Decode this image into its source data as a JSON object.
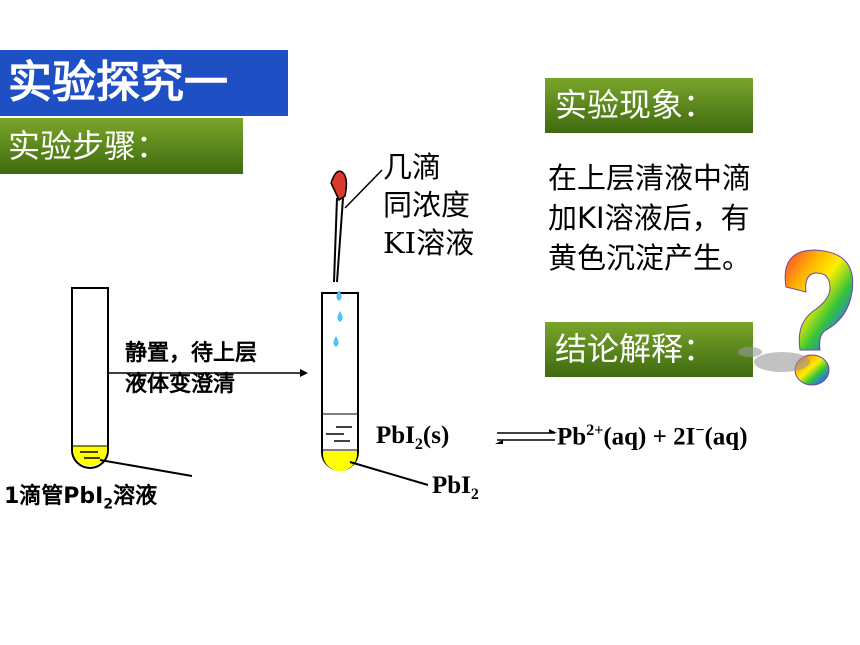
{
  "title": "实验探究一",
  "steps_header": "实验步骤：",
  "observation_header": "实验现象：",
  "observation_lines": [
    "在上层清液中滴",
    "加KI溶液后，有",
    "黄色沉淀产生。"
  ],
  "conclusion_header": "结论解释：",
  "drop_label_lines": [
    "几滴",
    "同浓度",
    "KI溶液"
  ],
  "step_arrow_lines": [
    "静置，待上层",
    "液体变澄清"
  ],
  "tube1_label_prefix": "1滴管PbI",
  "tube1_label_sub": "2",
  "tube1_label_suffix": "溶液",
  "equation_left_main": "PbI",
  "equation_left_sub": "2",
  "equation_left_state": "(s)",
  "equation_right_pb": "Pb",
  "equation_right_pb_charge": "2+",
  "equation_right_rest": "(aq) + 2I",
  "equation_right_i_charge": "−",
  "equation_right_end": "(aq)",
  "precipitate_label_main": "PbI",
  "precipitate_label_sub": "2",
  "colors": {
    "title_bg": "#1f4fc4",
    "green_header": "#5a8a1c",
    "precipitate": "#ffff00",
    "drop": "#4fc3f7",
    "dropper_bulb": "#d83a2c"
  }
}
